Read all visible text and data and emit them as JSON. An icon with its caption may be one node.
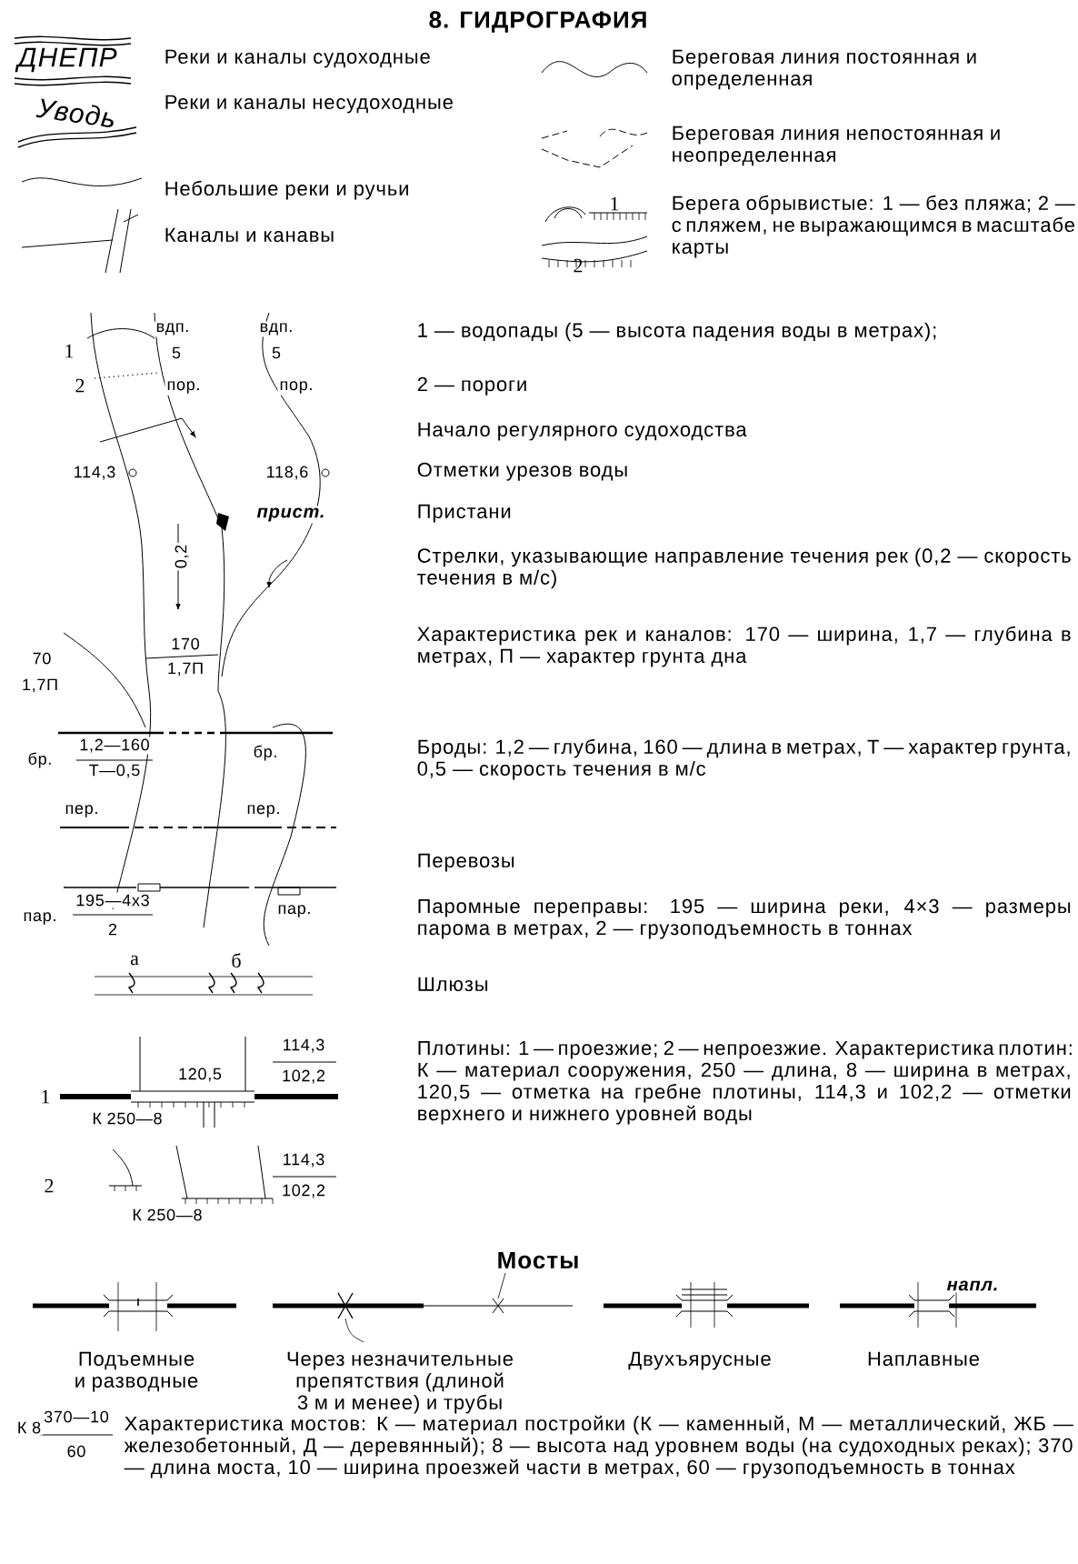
{
  "diagram": {
    "title": "8. ГИДРОГРАФИЯ",
    "labels": [
      "ДНЕПР",
      "Реки и каналы судоходные",
      "Уводь",
      "Реки и каналы несудоходные",
      "Небольшие реки и ручьи",
      "Каналы и канавы",
      "Береговая линия постоянная и определенная",
      "Береговая линия непостоянная и неопределенная",
      "1",
      "2",
      "Берега обрывистые: 1 — без пляжа; 2 — с пляжем, не выражающимся в масштабе карты",
      "1",
      "2",
      "вдп.",
      "5",
      "вдп.",
      "5",
      "пор.",
      "пор.",
      "114,3",
      "118,6",
      "прист.",
      "0,2",
      "170",
      "1,7П",
      "70",
      "1,7П",
      "бр.",
      "1,2—160",
      "Т—0,5",
      "бр.",
      "пер.",
      "пер.",
      "пар.",
      "195—4x3",
      "2",
      "пар.",
      "а",
      "б",
      "114,3",
      "102,2",
      "1",
      "120,5",
      "К 250—8",
      "2",
      "114,3",
      "102,2",
      "К 250—8",
      "1 — водопады (5 — высота падения воды в метрах);",
      "2 — пороги",
      "Начало регулярного судоходства",
      "Отметки урезов воды",
      "Пристани",
      "Стрелки, указывающие направление течения рек (0,2 — скорость течения в м/с)",
      "Характеристика рек и каналов: 170 — ширина, 1,7 — глубина в метрах, П — характер грунта дна",
      "Броды: 1,2 — глубина, 160 — длина в метрах, Т — характер грунта, 0,5 — скорость течения в м/с",
      "Перевозы",
      "Паромные переправы: 195 — ширина реки, 4×3 — размеры парома в метрах, 2 — грузоподъемность в тоннах",
      "Шлюзы",
      "Плотины: 1 — проезжие; 2 — непроезжие. Характеристика плотин: К — материал сооружения, 250 — длина, 8 — ширина в метрах, 120,5 — отметка на гребне плотины, 114,3 и 102,2 — отметки верхнего и нижнего уровней воды",
      "Мосты",
      "напл.",
      "Подъемные и разводные",
      "Через незначительные препятствия (длиной 3 м и менее) и трубы",
      "Двухъярусные",
      "Наплавные",
      "К 8",
      "370—10",
      "60",
      "Характеристика мостов: К — материал постройки (К — каменный, М — металлический, ЖБ — железобетонный, Д — деревянный); 8 — высота над уровнем воды (на судоходных реках); 370 — длина моста, 10 — ширина проезжей части в метрах, 60 — грузоподъемность в тоннах"
    ]
  }
}
